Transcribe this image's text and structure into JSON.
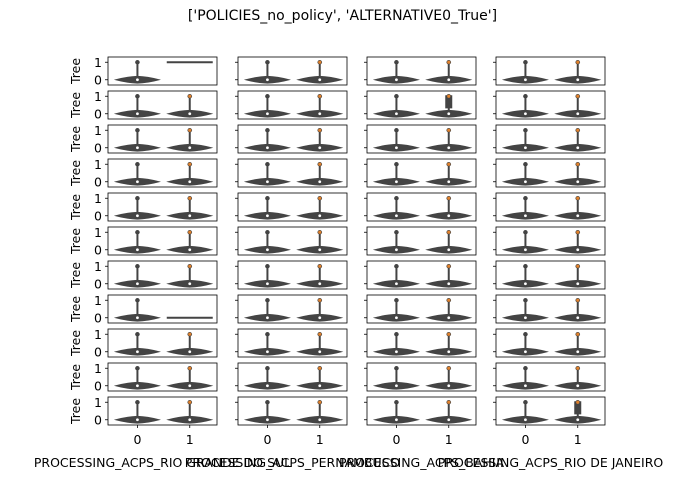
{
  "figure": {
    "title": "['POLICIES_no_policy', 'ALTERNATIVE0_True']"
  },
  "chart_data": {
    "type": "violin",
    "rows": 11,
    "cols": 4,
    "row_ylabel": "Tree",
    "yticks": [
      0,
      1
    ],
    "ylim": [
      -0.3,
      1.3
    ],
    "x_categories": [
      "0",
      "1"
    ],
    "column_xlabels": [
      "PROCESSING_ACPS_RIO GRANDE DO SUL",
      "PROCESSING_ACPS_PERNAMBUCO",
      "PROCESSING_ACPS_BAHIA",
      "PROCESSING_ACPS_RIO DE JANEIRO"
    ],
    "colors": {
      "class0": "#3b78b0",
      "class1": "#e1812c",
      "violin": "#444444"
    },
    "special_panels": [
      {
        "row": 0,
        "col": 0,
        "category": "1",
        "shape": "line_at",
        "value": 1
      },
      {
        "row": 7,
        "col": 0,
        "category": "1",
        "shape": "line_at",
        "value": 0
      },
      {
        "row": 1,
        "col": 2,
        "category": "1",
        "shape": "dense_stack"
      },
      {
        "row": 10,
        "col": 3,
        "category": "1",
        "shape": "dense_stack"
      }
    ],
    "distribution_note": "values concentrated at 0 with sparse outliers at 1"
  }
}
